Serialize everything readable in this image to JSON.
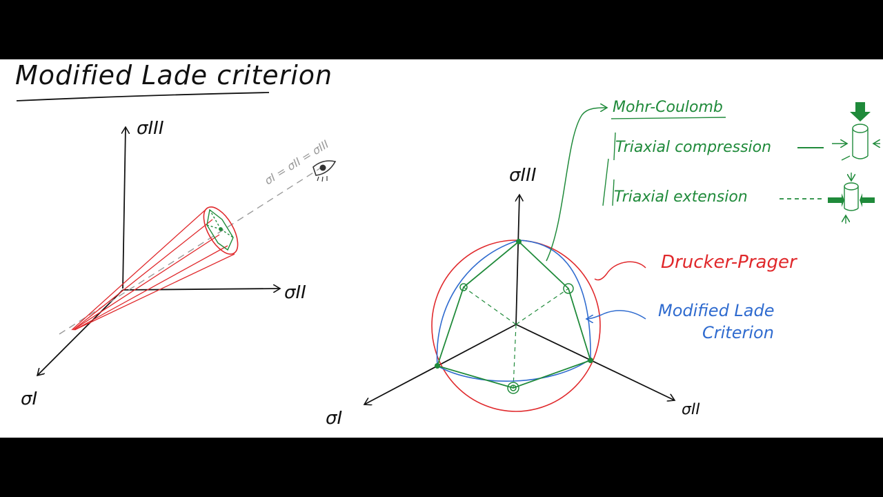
{
  "title": "Modified Lade criterion",
  "left_diagram": {
    "axis_sigma_3": "σIII",
    "axis_sigma_2": "σII",
    "axis_sigma_1": "σI",
    "hydrostatic_axis": "σI = σII = σIII"
  },
  "right_diagram": {
    "axis_sigma_3": "σIII",
    "axis_sigma_2": "σII",
    "axis_sigma_1": "σI"
  },
  "legend": {
    "mohr_coulomb": "Mohr-Coulomb",
    "triaxial_compression": "Triaxial compression",
    "triaxial_extension": "Triaxial extension",
    "drucker_prager": "Drucker-Prager",
    "modified_lade_line1": "Modified Lade",
    "modified_lade_line2": "Criterion"
  },
  "colors": {
    "mohr_coulomb": "#1f8a3a",
    "drucker_prager": "#e0282b",
    "modified_lade": "#2f6bcf",
    "axes": "#111111",
    "hydrostatic_axis": "#9a9a9a"
  },
  "icons": {
    "eye": "eye-icon",
    "compression_specimen": "cylinder-specimen-compression-icon",
    "extension_specimen": "cylinder-specimen-extension-icon"
  }
}
